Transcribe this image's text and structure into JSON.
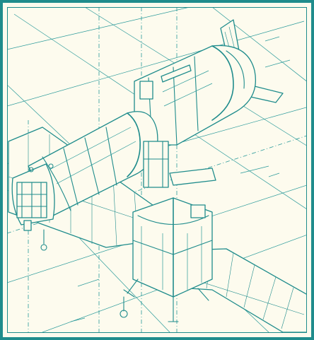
{
  "colors": {
    "line": "#1f8c8c",
    "paper": "#fdfbee"
  },
  "modules": [
    {
      "id": "habitation-cylinder"
    },
    {
      "id": "node-module"
    },
    {
      "id": "service-module"
    },
    {
      "id": "airlock"
    },
    {
      "id": "solar-array-left"
    },
    {
      "id": "solar-array-right"
    },
    {
      "id": "radiator-fin"
    },
    {
      "id": "docking-tunnel"
    }
  ]
}
